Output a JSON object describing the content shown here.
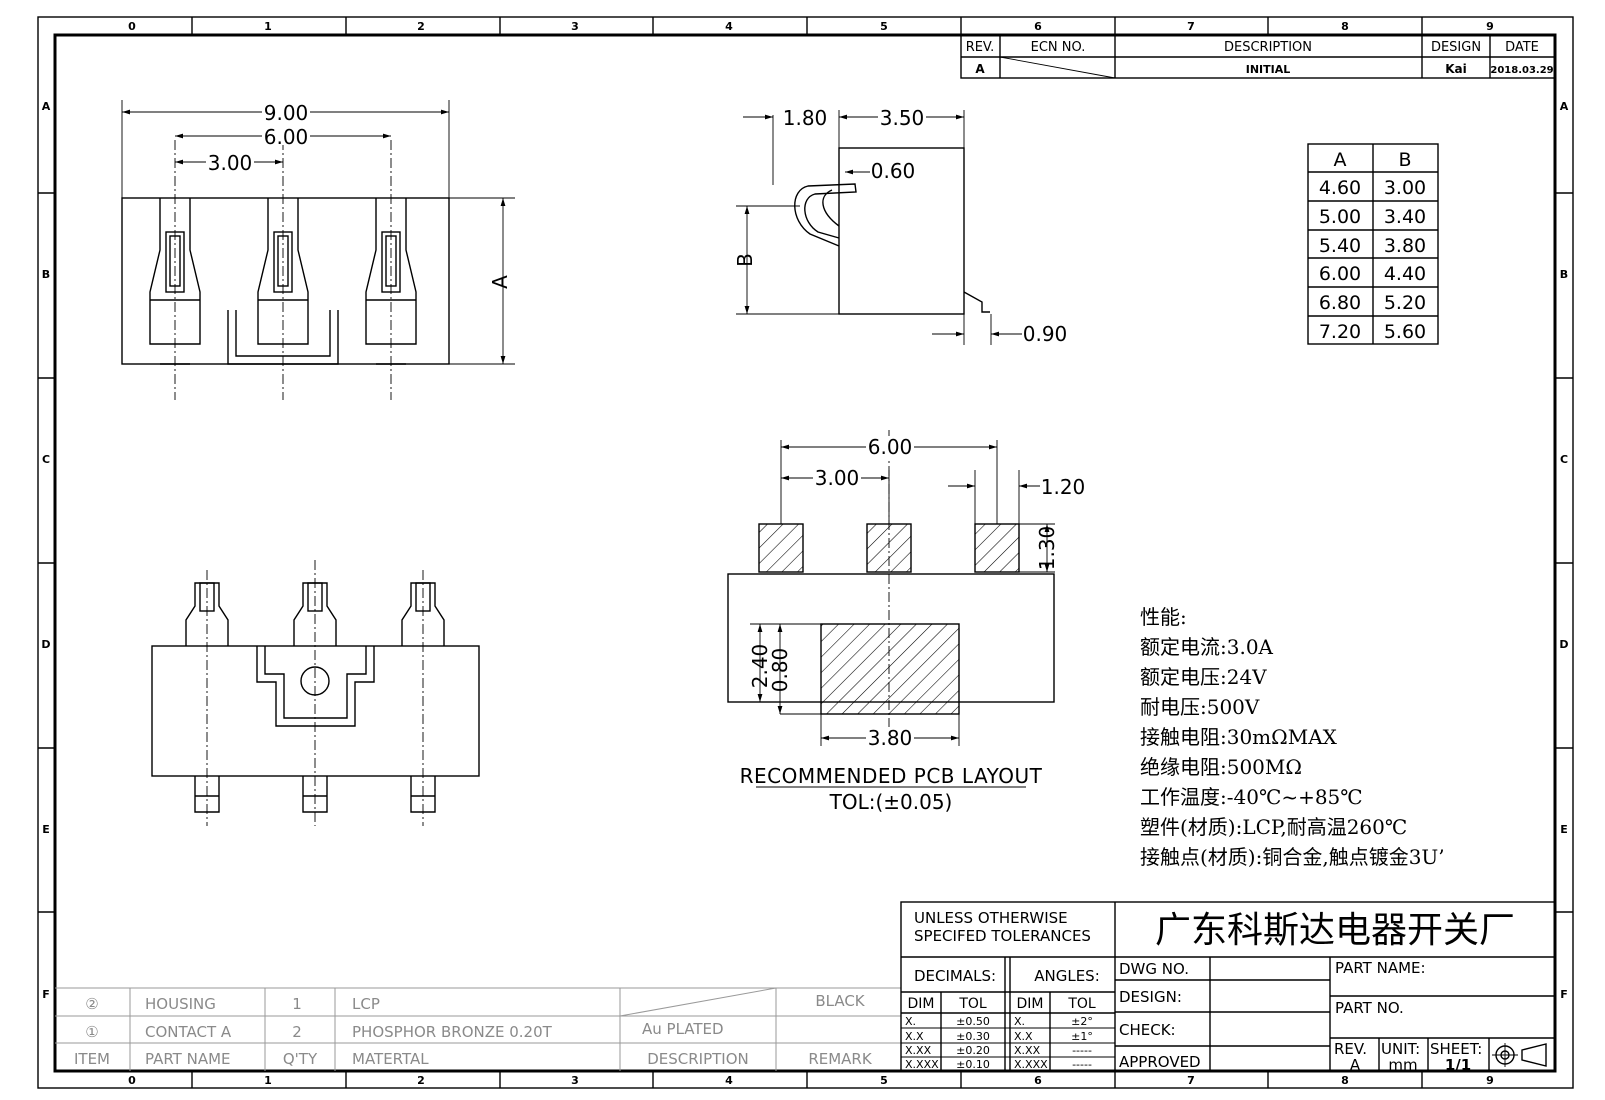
{
  "border": {
    "cols_top": [
      "0",
      "1",
      "2",
      "3",
      "4",
      "5",
      "6",
      "7",
      "8",
      "9"
    ],
    "cols_bottom": [
      "0",
      "1",
      "2",
      "3",
      "4",
      "5",
      "6",
      "7",
      "8",
      "9"
    ],
    "rows": [
      "A",
      "B",
      "C",
      "D",
      "E",
      "F"
    ]
  },
  "revision_block": {
    "headers": [
      "REV.",
      "ECN NO.",
      "DESCRIPTION",
      "DESIGN",
      "DATE"
    ],
    "row": {
      "rev": "A",
      "ecn": "",
      "description": "INITIAL",
      "design": "Kai",
      "date": "2018.03.29"
    }
  },
  "top_view": {
    "dims": [
      "9.00",
      "6.00",
      "3.00",
      "A"
    ]
  },
  "side_view": {
    "dims": [
      "1.80",
      "3.50",
      "0.60",
      "B",
      "0.90"
    ]
  },
  "ab_table": {
    "headers": [
      "A",
      "B"
    ],
    "rows": [
      [
        "4.60",
        "3.00"
      ],
      [
        "5.00",
        "3.40"
      ],
      [
        "5.40",
        "3.80"
      ],
      [
        "6.00",
        "4.40"
      ],
      [
        "6.80",
        "5.20"
      ],
      [
        "7.20",
        "5.60"
      ]
    ]
  },
  "pcb_layout": {
    "dims": [
      "6.00",
      "3.00",
      "1.20",
      "1.30",
      "2.40",
      "0.80",
      "3.80"
    ],
    "title": "RECOMMENDED PCB LAYOUT",
    "tolerance": "TOL:(±0.05)"
  },
  "specs": {
    "heading": "性能:",
    "lines": [
      "额定电流:3.0A",
      "额定电压:24V",
      "耐电压:500V",
      "接触电阻:30mΩMAX",
      "绝缘电阻:500MΩ",
      "工作温度:-40℃~+85℃",
      "塑件(材质):LCP,耐高温260℃",
      "接触点(材质):铜合金,触点镀金3U’"
    ]
  },
  "bom": {
    "rows": [
      {
        "item": "②",
        "part_name": "HOUSING",
        "qty": "1",
        "material": "LCP",
        "description": "",
        "remark": "BLACK"
      },
      {
        "item": "①",
        "part_name": "CONTACT A",
        "qty": "2",
        "material": "PHOSPHOR BRONZE 0.20T",
        "description": "Au PLATED",
        "remark": ""
      }
    ],
    "headers": {
      "item": "ITEM",
      "part_name": "PART NAME",
      "qty": "Q'TY",
      "material": "MATERTAL",
      "description": "DESCRIPTION",
      "remark": "REMARK"
    }
  },
  "title_block": {
    "tolerance_note_1": "UNLESS OTHERWISE",
    "tolerance_note_2": "SPECIFED TOLERANCES",
    "company": "广东科斯达电器开关厂",
    "decimals": "DECIMALS:",
    "angles": "ANGLES:",
    "dim": "DIM",
    "tol": "TOL",
    "decimal_rows": [
      [
        "X.",
        "±0.50"
      ],
      [
        "X.X",
        "±0.30"
      ],
      [
        "X.XX",
        "±0.20"
      ],
      [
        "X.XXX",
        "±0.10"
      ]
    ],
    "angle_rows": [
      [
        "X.",
        "±2°"
      ],
      [
        "X.X",
        "±1°"
      ],
      [
        "X.XX",
        "-----"
      ],
      [
        "X.XXX",
        "-----"
      ]
    ],
    "dwg_no": "DWG NO.",
    "design": "DESIGN:",
    "check": "CHECK:",
    "approved": "APPROVED",
    "part_name": "PART NAME:",
    "part_no": "PART NO.",
    "rev_label": "REV.",
    "rev_value": "A",
    "unit_label": "UNIT:",
    "unit_value": "mm",
    "sheet_label": "SHEET:",
    "sheet_value": "1/1"
  }
}
